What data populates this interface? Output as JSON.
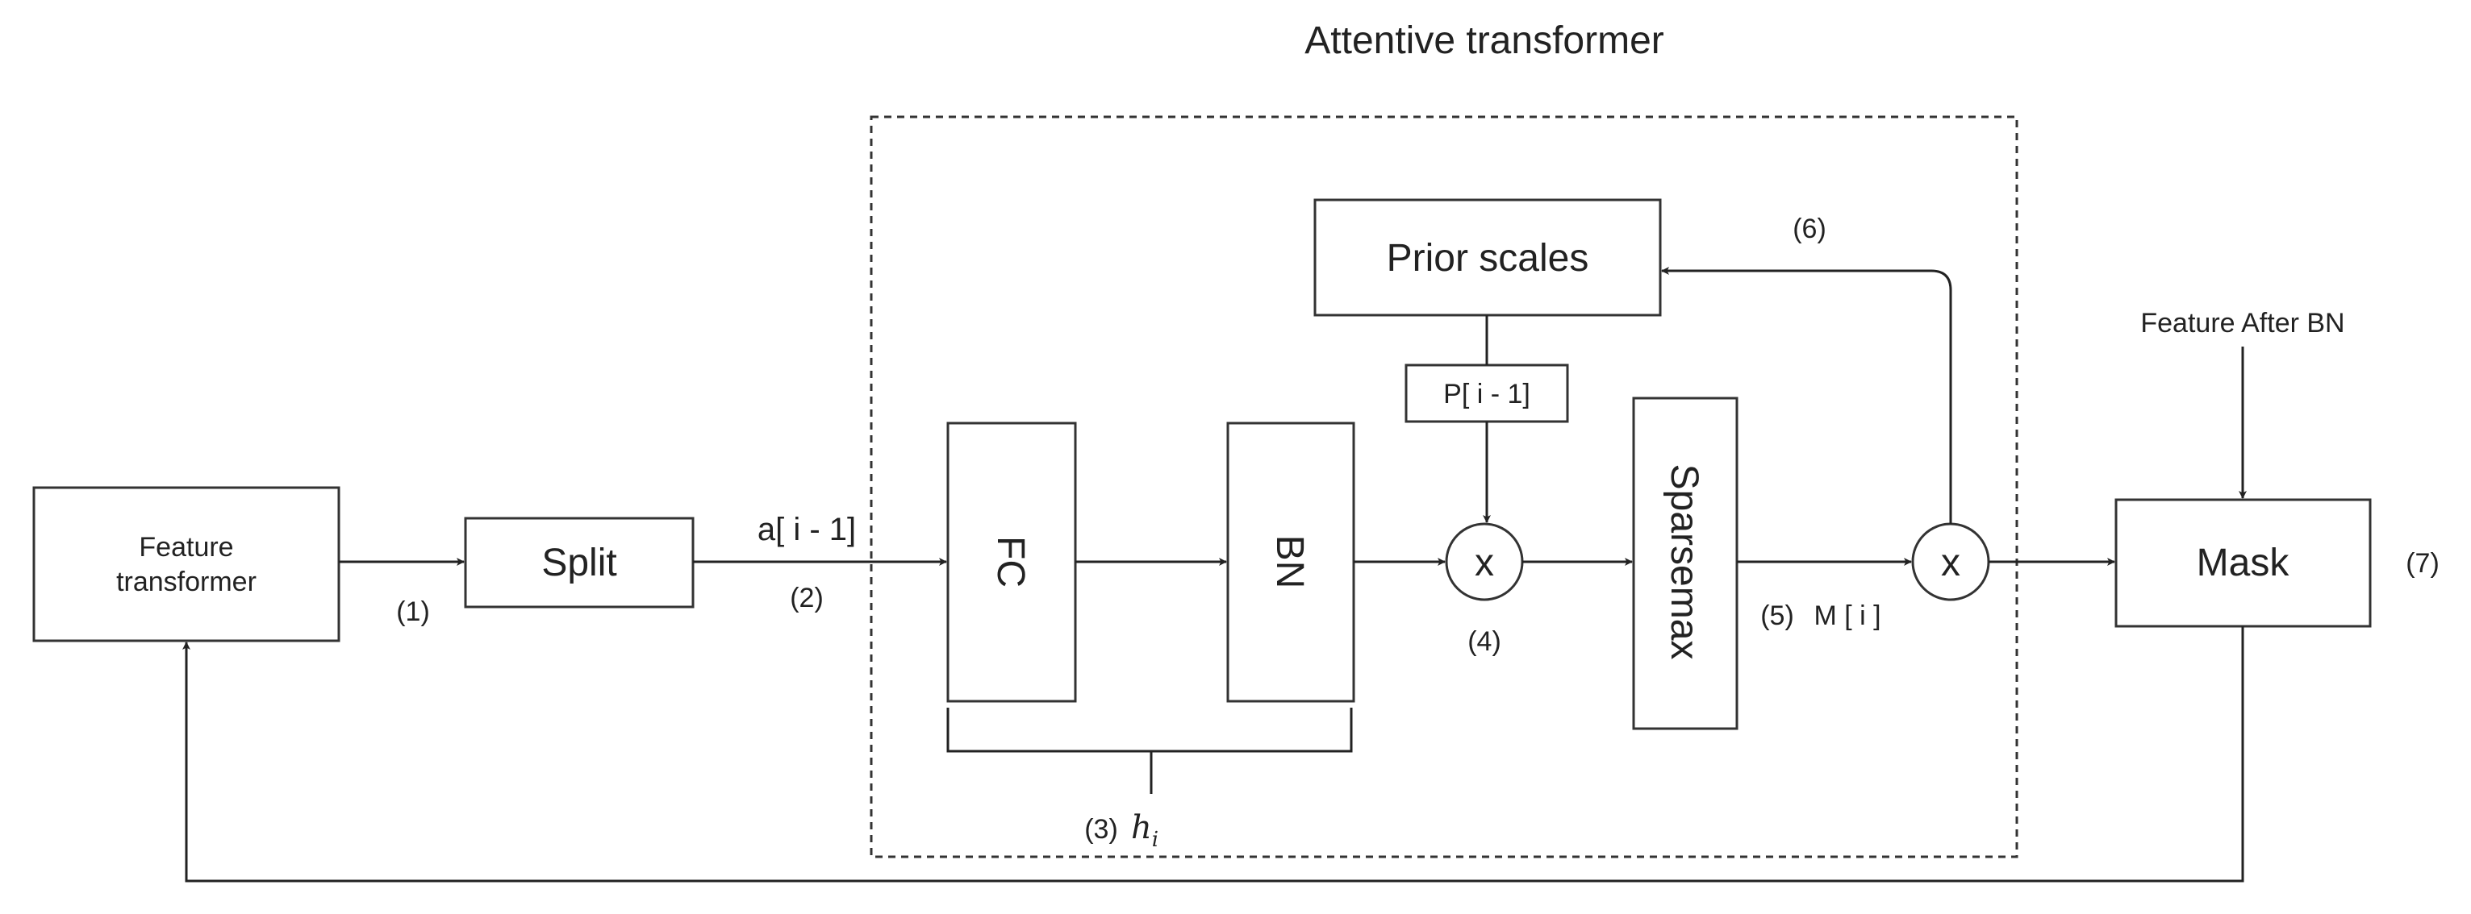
{
  "title": "Attentive transformer",
  "blocks": {
    "feature_transformer": [
      "Feature",
      "transformer"
    ],
    "split": "Split",
    "fc": "FC",
    "bn": "BN",
    "prior_scales": "Prior scales",
    "p_label": "P[ i - 1]",
    "sparsemax": "Sparsemax",
    "mask": "Mask",
    "multiply_symbol": "x"
  },
  "labels": {
    "a_label": "a[ i - 1]",
    "m_label": "M [ i ]",
    "feature_after_bn": "Feature After BN",
    "step1": "(1)",
    "step2": "(2)",
    "step3": "(3)",
    "step4": "(4)",
    "step5": "(5)",
    "step6": "(6)",
    "step7": "(7)",
    "h_var": "h",
    "h_sub": "i"
  }
}
